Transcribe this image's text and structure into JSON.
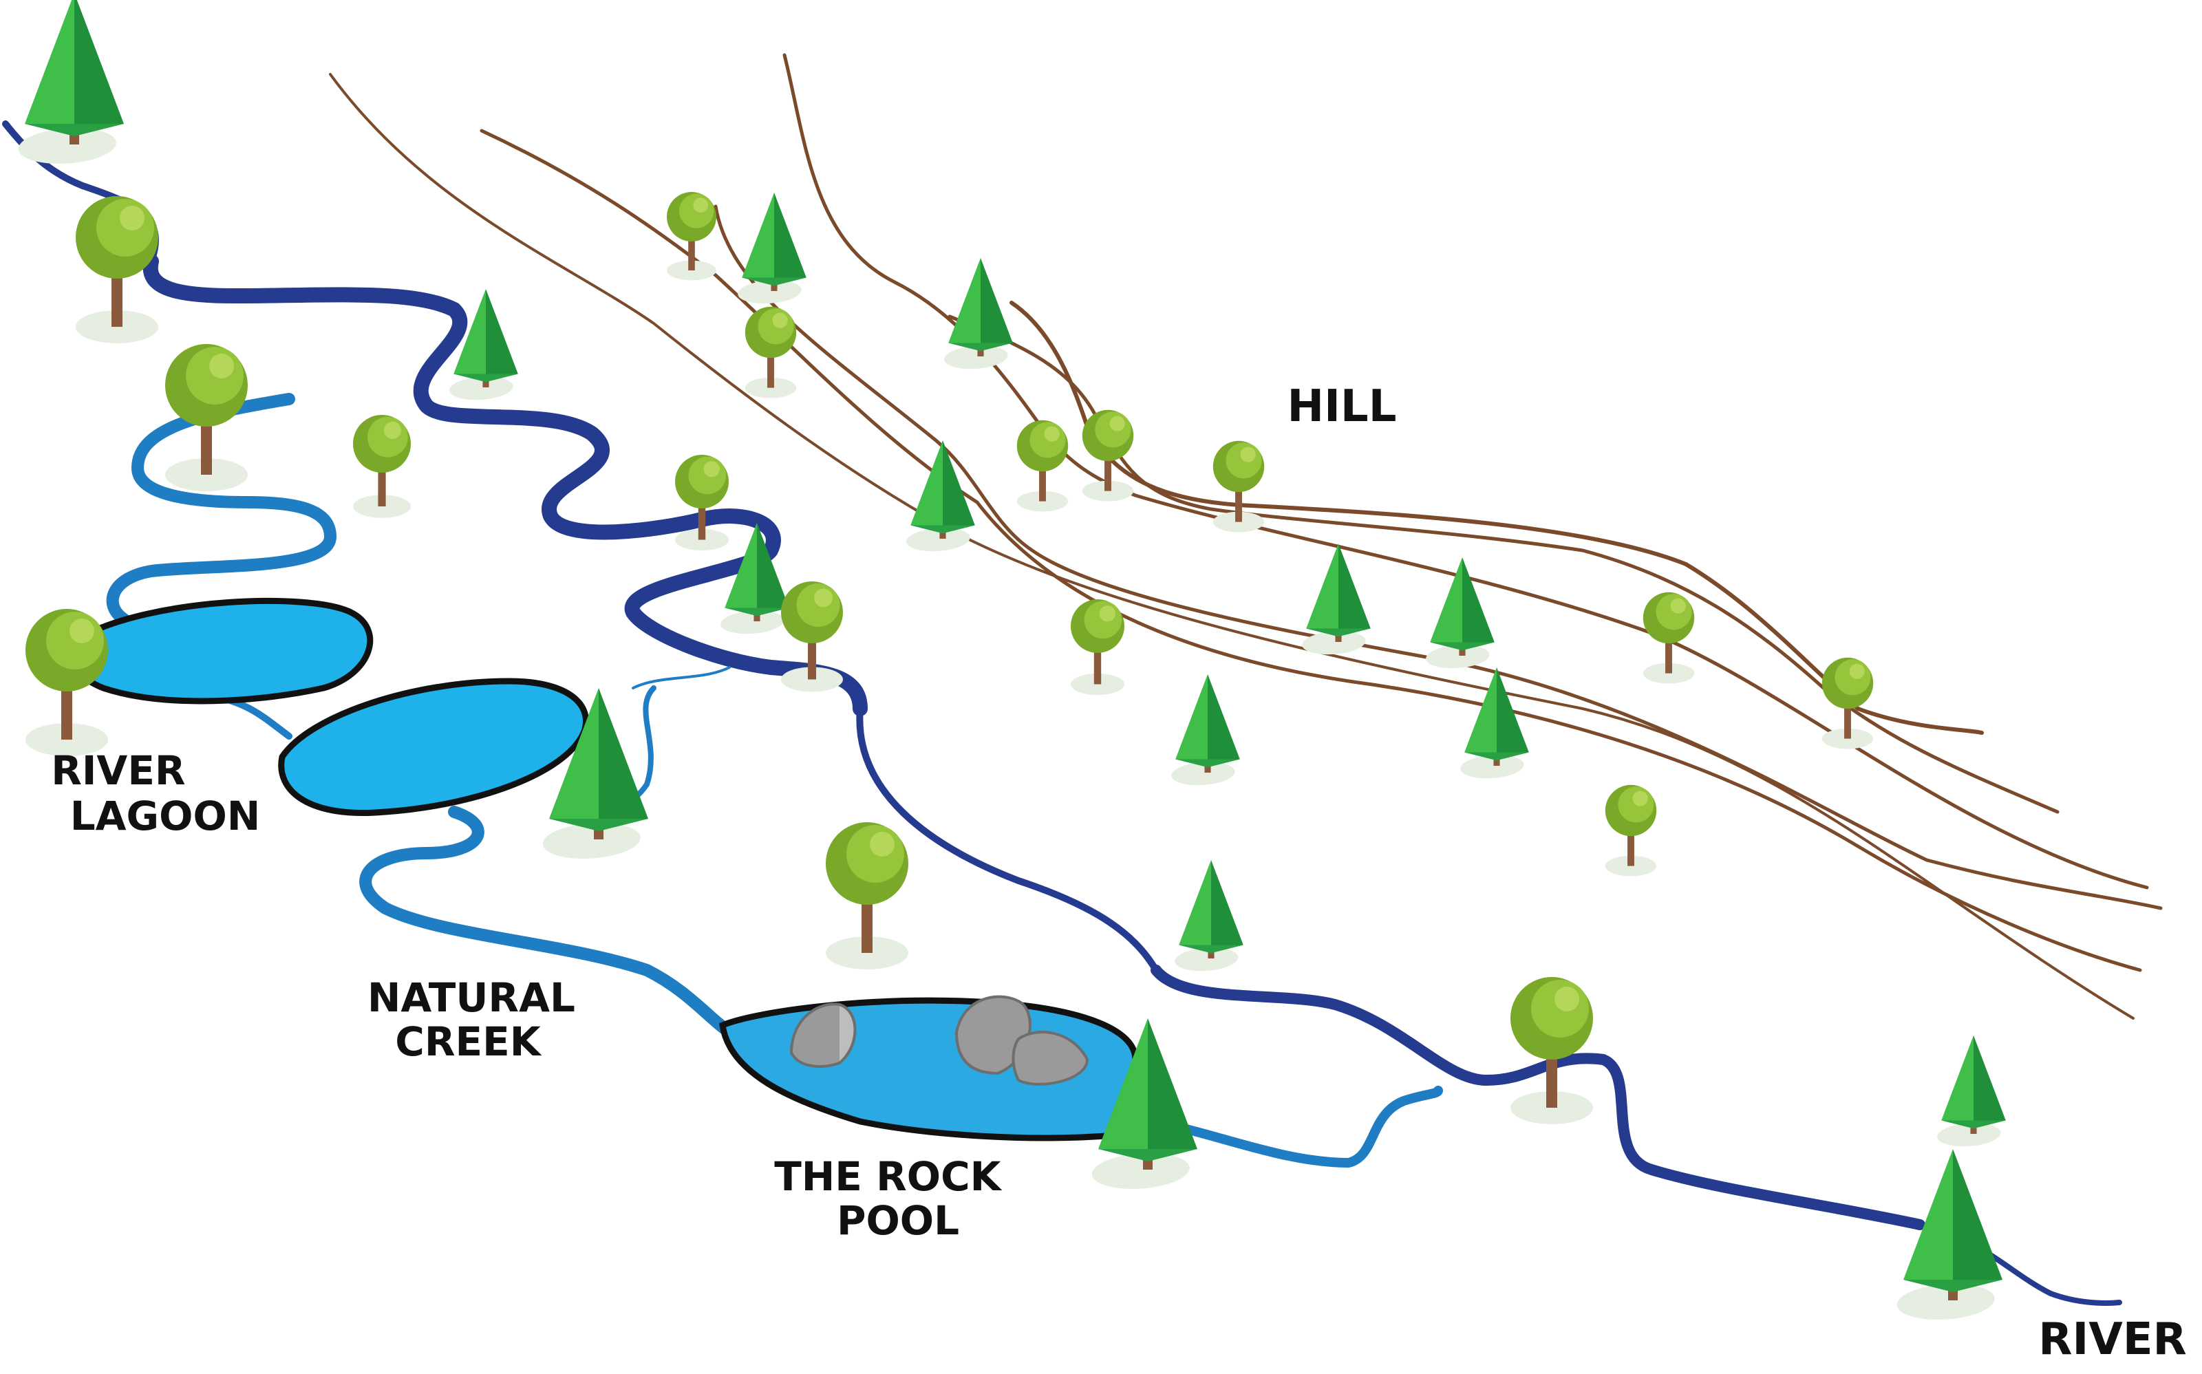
{
  "labels": {
    "hill": "HILL",
    "river_lagoon": [
      "RIVER",
      "LAGOON"
    ],
    "natural_creek": [
      "NATURAL",
      "CREEK"
    ],
    "rock_pool": [
      "THE ROCK",
      "POOL"
    ],
    "river": "RIVER"
  },
  "colors": {
    "river_dark": "#243b8f",
    "creek_light": "#1f7dc4",
    "water_fill": "#1fb1e9",
    "pool_fill": "#2aa9e3",
    "contour_brown": "#7a4a2a",
    "tree_light": "#3fbe4a",
    "tree_dark": "#1f8f3a",
    "round_tree": "#86b52b",
    "trunk": "#8b5a3c",
    "shadow": "#e6ede1",
    "rock": "#9a9a9a"
  },
  "icons": [
    "pine-tree-icon",
    "round-tree-icon",
    "rock-icon"
  ]
}
